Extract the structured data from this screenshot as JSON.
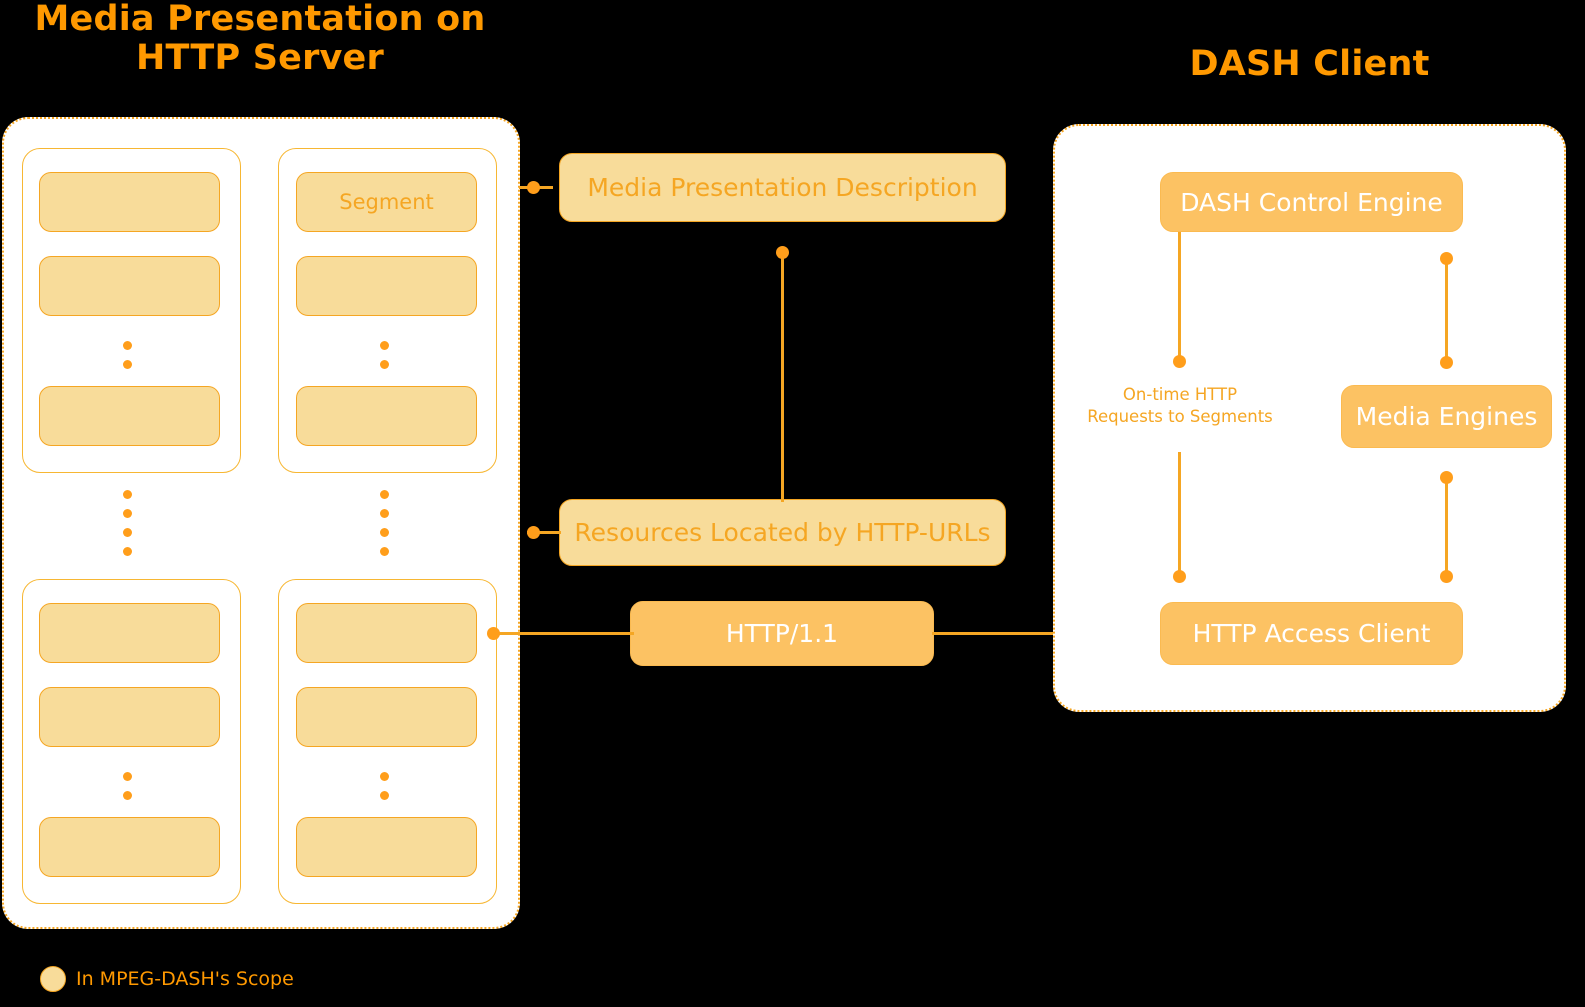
{
  "headings": {
    "server": "Media Presentation\non HTTP Server",
    "client": "DASH Client"
  },
  "server": {
    "segment_label": "Segment",
    "columns": [
      {
        "name": "representation-1",
        "groups": [
          {
            "name": "period-1",
            "boxes": [
              "",
              "",
              ""
            ]
          },
          {
            "name": "period-2",
            "boxes": [
              "",
              "",
              ""
            ]
          }
        ]
      },
      {
        "name": "representation-2",
        "groups": [
          {
            "name": "period-1",
            "boxes": [
              "Segment",
              "",
              ""
            ]
          },
          {
            "name": "period-2",
            "boxes": [
              "",
              "",
              ""
            ]
          }
        ]
      }
    ]
  },
  "middle": {
    "mpd": "Media Presentation Description",
    "resources": "Resources Located by HTTP-URLs",
    "http": "HTTP/1.1"
  },
  "client": {
    "control_engine": "DASH Control Engine",
    "media_engines": "Media Engines",
    "access_client": "HTTP Access Client",
    "annotation": "On-time HTTP\nRequests to Segments"
  },
  "legend": {
    "label": "In MPEG-DASH's Scope"
  },
  "colors": {
    "accent": "#FF9900",
    "stroke": "#F5A623",
    "fill_light": "#F8DC9A",
    "fill_solid": "#FCC263",
    "node": "#FF9E1B",
    "panel_bg": "#FFFFFF"
  }
}
